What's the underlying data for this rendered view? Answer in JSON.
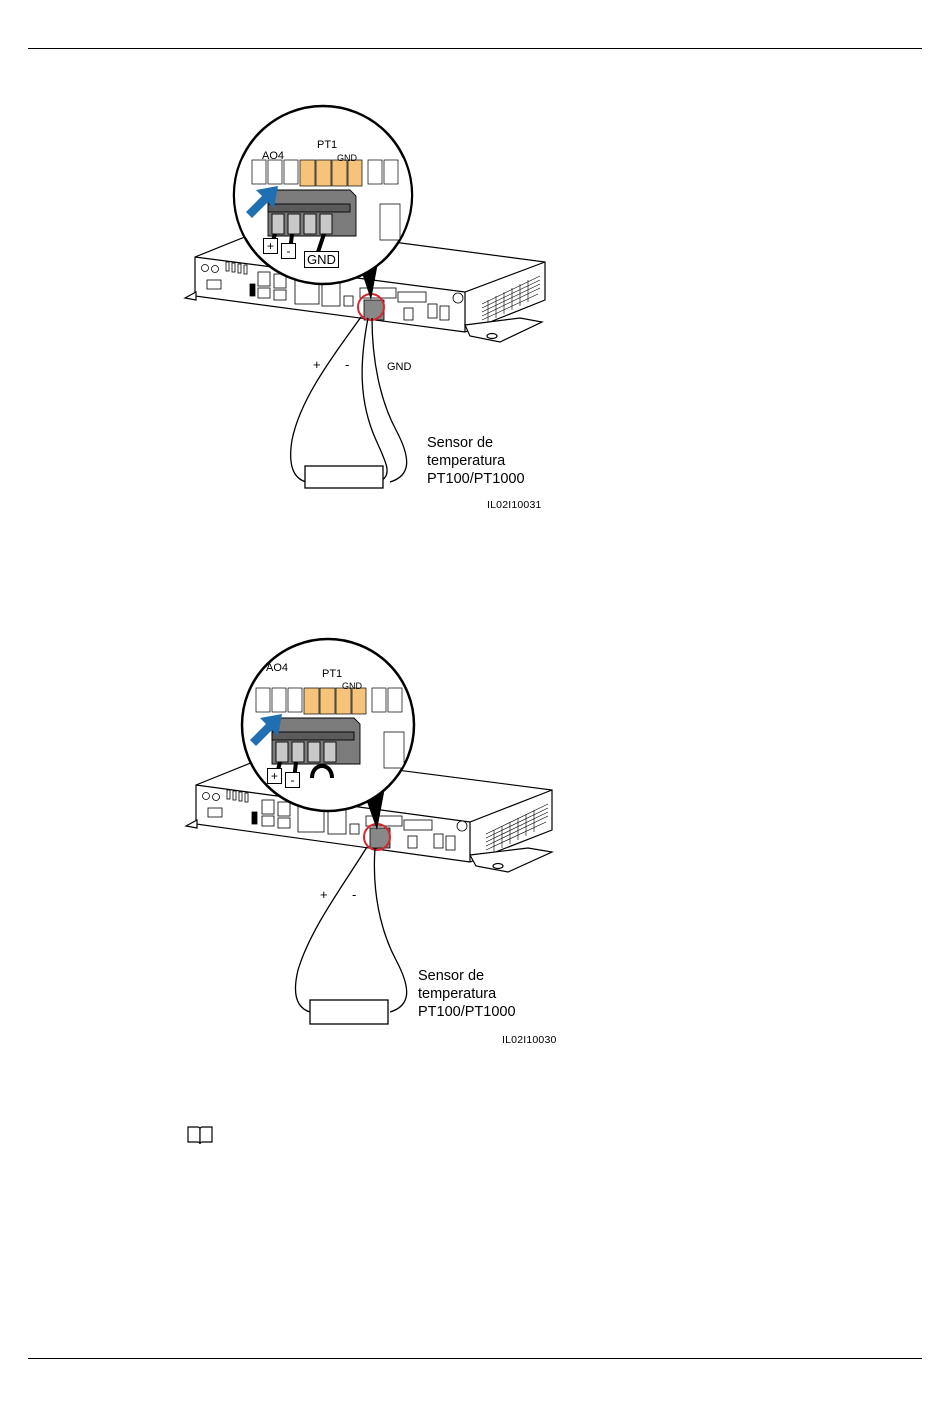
{
  "figures": [
    {
      "sensor_label": "Sensor de\ntemperatura\nPT100/PT1000",
      "sensor_lines": [
        "Sensor de",
        "temperatura",
        "PT100/PT1000"
      ],
      "wire_plus": "+",
      "wire_minus": "-",
      "wire_gnd": "GND",
      "figure_code": "IL02I10031",
      "callout": {
        "ao_label": "AO4",
        "pt_label": "PT1",
        "gnd_label": "GND",
        "plug_plus": "+",
        "plug_minus": "-",
        "plug_gnd": "GND"
      },
      "accent_color": "#f5c37a",
      "arrow_color": "#1f6fb2",
      "highlight_ring_color": "#d7262b"
    },
    {
      "sensor_lines": [
        "Sensor de",
        "temperatura",
        "PT100/PT1000"
      ],
      "wire_plus": "+",
      "wire_minus": "-",
      "figure_code": "IL02I10030",
      "callout": {
        "ao_label": "AO4",
        "pt_label": "PT1",
        "gnd_label": "GND",
        "plug_plus": "+",
        "plug_minus": "-"
      },
      "accent_color": "#f5c37a",
      "arrow_color": "#1f6fb2",
      "highlight_ring_color": "#d7262b"
    }
  ],
  "note": {
    "icon": "book-icon"
  }
}
